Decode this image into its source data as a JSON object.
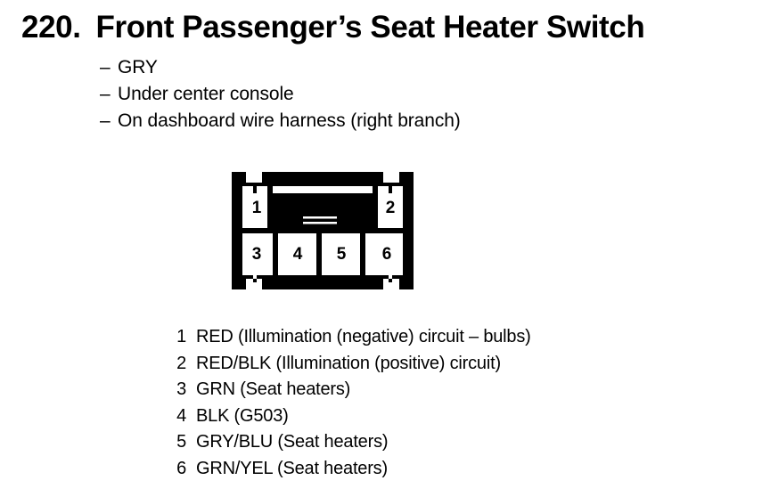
{
  "header": {
    "number": "220.",
    "title": "Front Passenger’s Seat Heater Switch"
  },
  "notes": {
    "dash": "–",
    "items": [
      "GRY",
      "Under center console",
      "On dashboard wire harness (right branch)"
    ]
  },
  "connector": {
    "name": "6-pin connector body",
    "stroke_color": "#000000",
    "fill_color": "#ffffff",
    "top_row_pins": [
      "1",
      "2"
    ],
    "bottom_row_pins": [
      "3",
      "4",
      "5",
      "6"
    ],
    "latch_tab": "center-latch-tab"
  },
  "pin_legend": [
    {
      "index": "1",
      "label": "RED (Illumination (negative) circuit – bulbs)"
    },
    {
      "index": "2",
      "label": "RED/BLK (Illumination (positive) circuit)"
    },
    {
      "index": "3",
      "label": "GRN (Seat heaters)"
    },
    {
      "index": "4",
      "label": "BLK (G503)"
    },
    {
      "index": "5",
      "label": "GRY/BLU (Seat heaters)"
    },
    {
      "index": "6",
      "label": "GRN/YEL (Seat heaters)"
    }
  ]
}
